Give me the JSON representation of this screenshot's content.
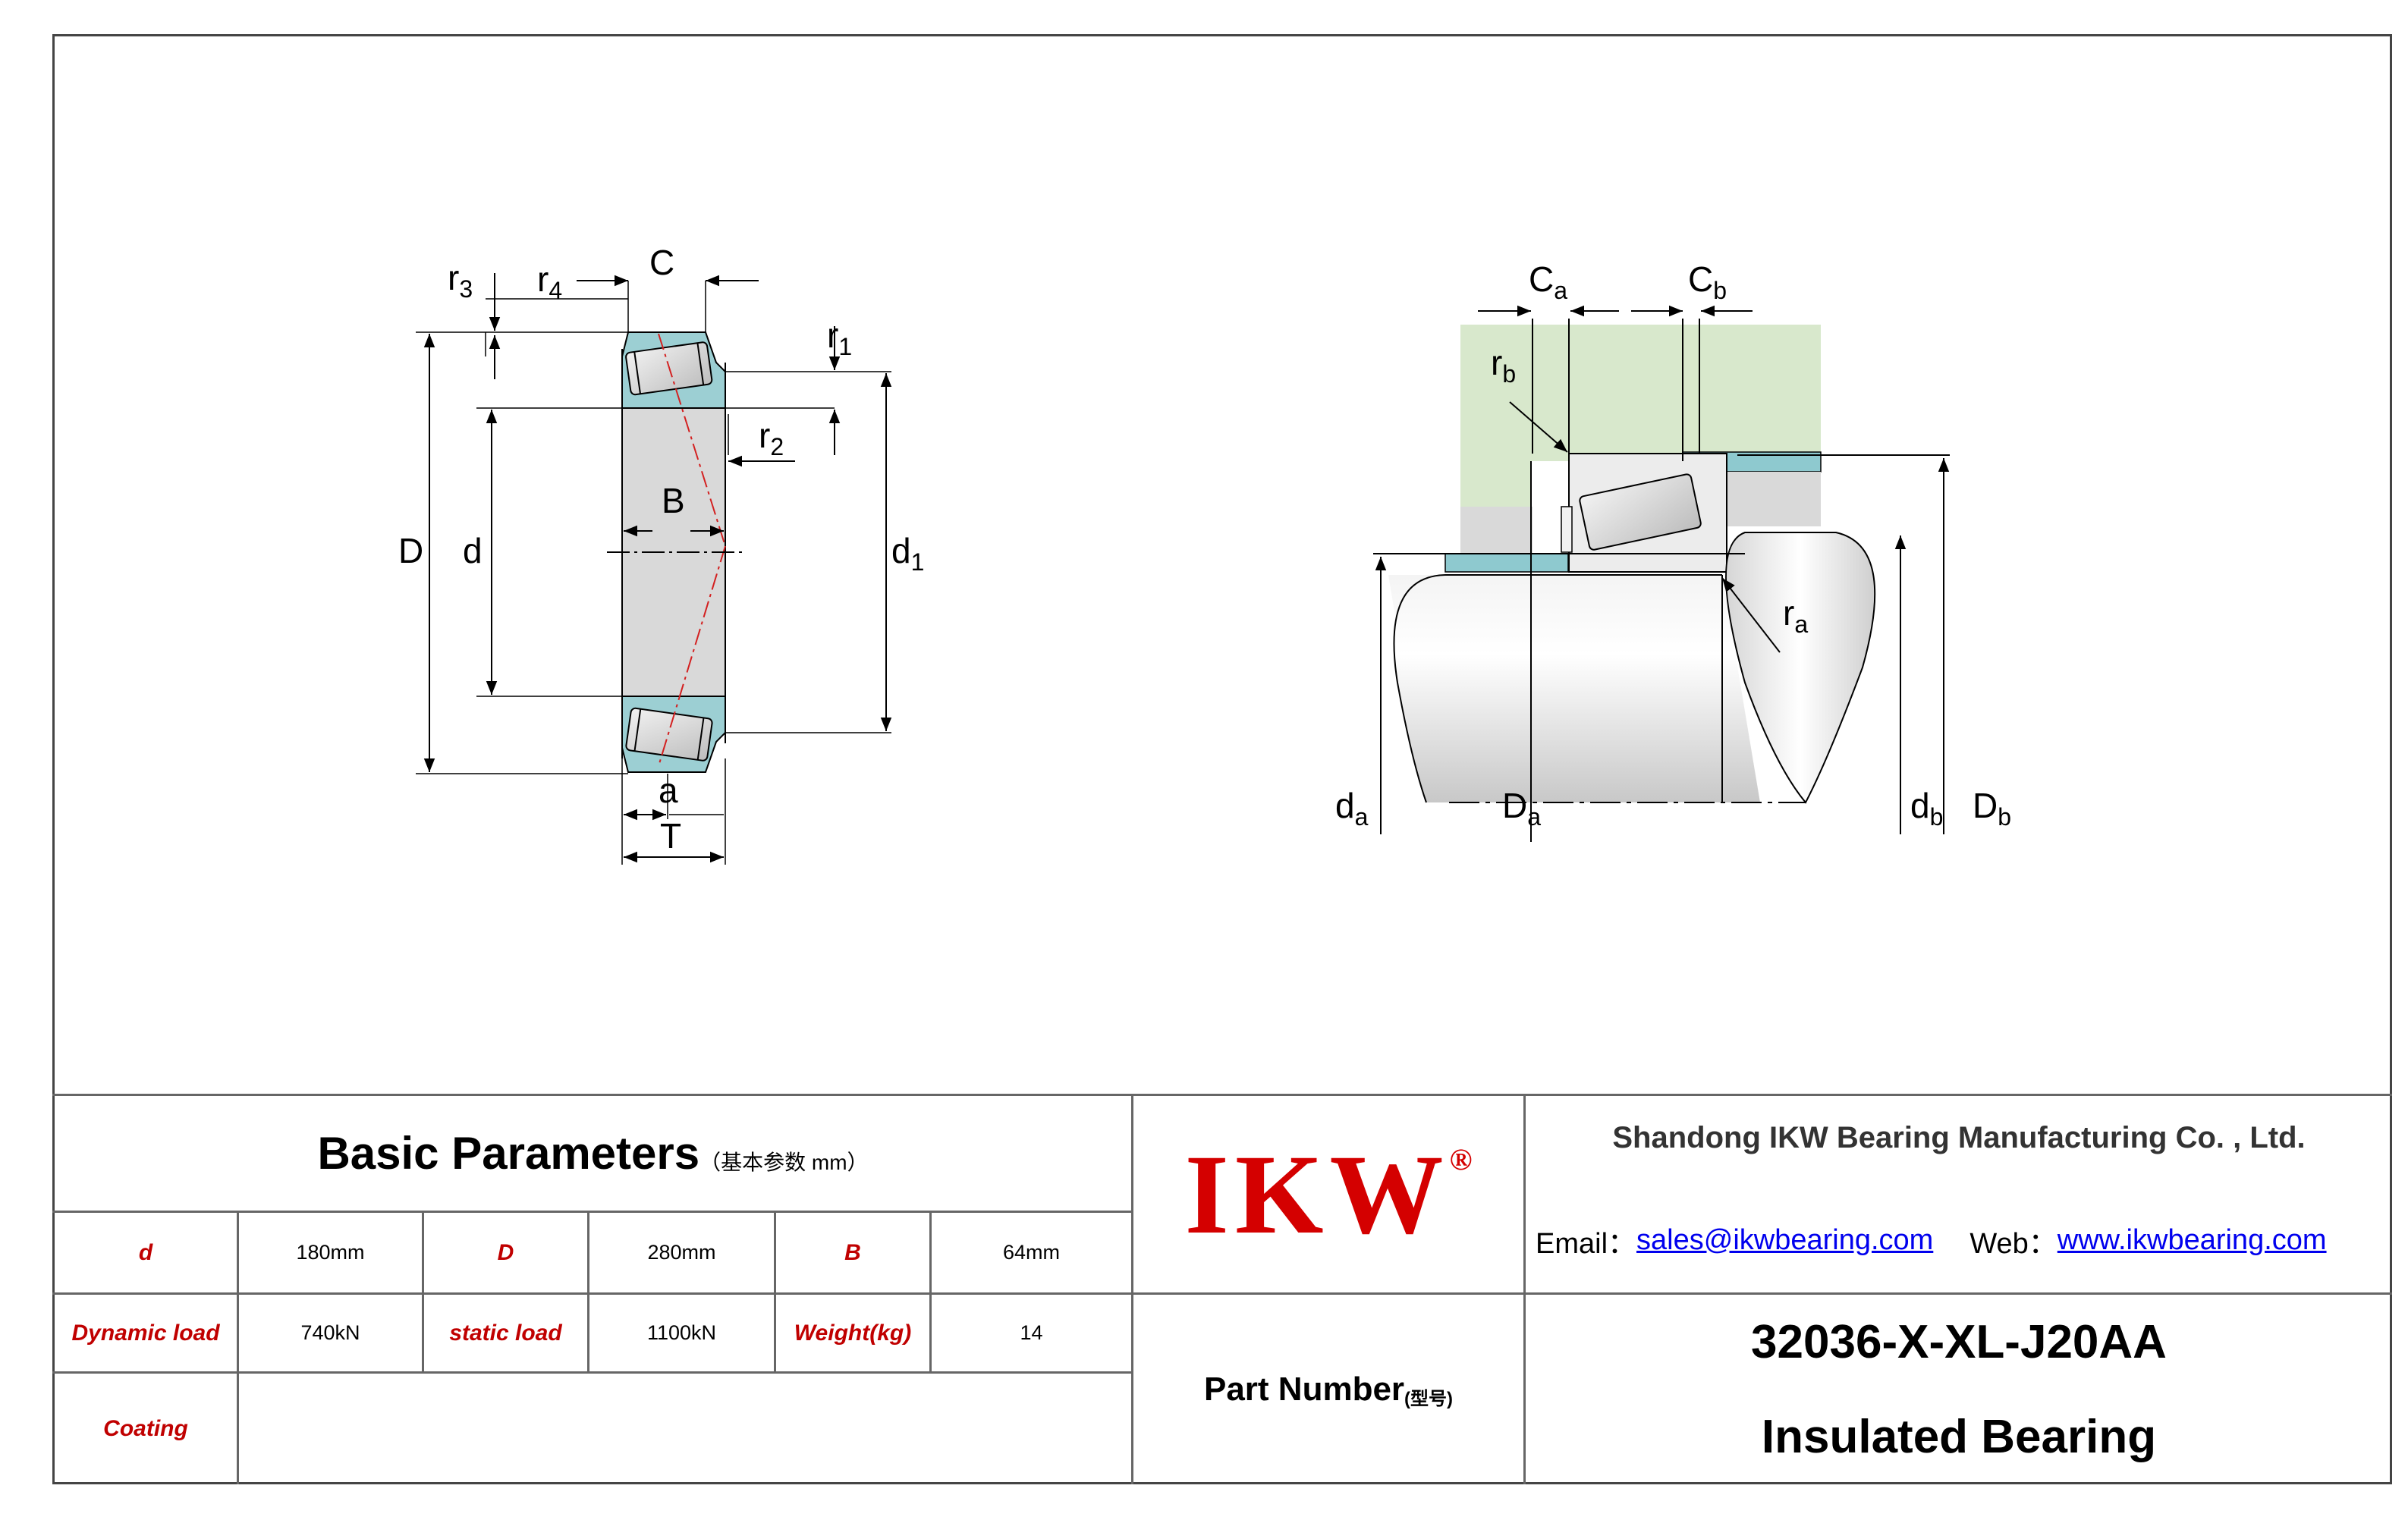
{
  "drawing_labels": {
    "left": {
      "r3": "r3",
      "r4": "r4",
      "C": "C",
      "r1": "r1",
      "r2": "r2",
      "B": "B",
      "D": "D",
      "d": "d",
      "d1": "d1",
      "a": "a",
      "T": "T"
    },
    "right": {
      "Ca": "Ca",
      "Cb": "Cb",
      "rb": "rb",
      "ra": "ra",
      "da": "da",
      "Da": "Da",
      "db": "db",
      "Db": "Db"
    }
  },
  "parameters": {
    "title": "Basic Parameters",
    "title_note": "（基本参数 mm）",
    "rows": [
      [
        {
          "label": "d",
          "value": "180mm"
        },
        {
          "label": "D",
          "value": "280mm"
        },
        {
          "label": "B",
          "value": "64mm"
        }
      ],
      [
        {
          "label": "Dynamic load",
          "value": "740kN"
        },
        {
          "label": "static load",
          "value": "1100kN"
        },
        {
          "label": "Weight(kg)",
          "value": "14"
        }
      ]
    ],
    "coating_label": "Coating",
    "coating_value": ""
  },
  "brand": {
    "logo_text": "IKW",
    "logo_mark": "®",
    "logo_color": "#d40000"
  },
  "part_number_label": "Part Number",
  "part_number_note": "(型号)",
  "company": {
    "name": "Shandong IKW Bearing Manufacturing Co. , Ltd.",
    "email_label": "Email：",
    "email": "sales@ikwbearing.com",
    "web_label": "Web：",
    "web": "www.ikwbearing.com"
  },
  "part": {
    "number": "32036-X-XL-J20AA",
    "type": "Insulated Bearing"
  },
  "colors": {
    "accent_red": "#c00000",
    "bearing_cyan": "#9ccfd3",
    "housing_green": "#d8e8cc",
    "steel_gray": "#d9d9d9"
  }
}
